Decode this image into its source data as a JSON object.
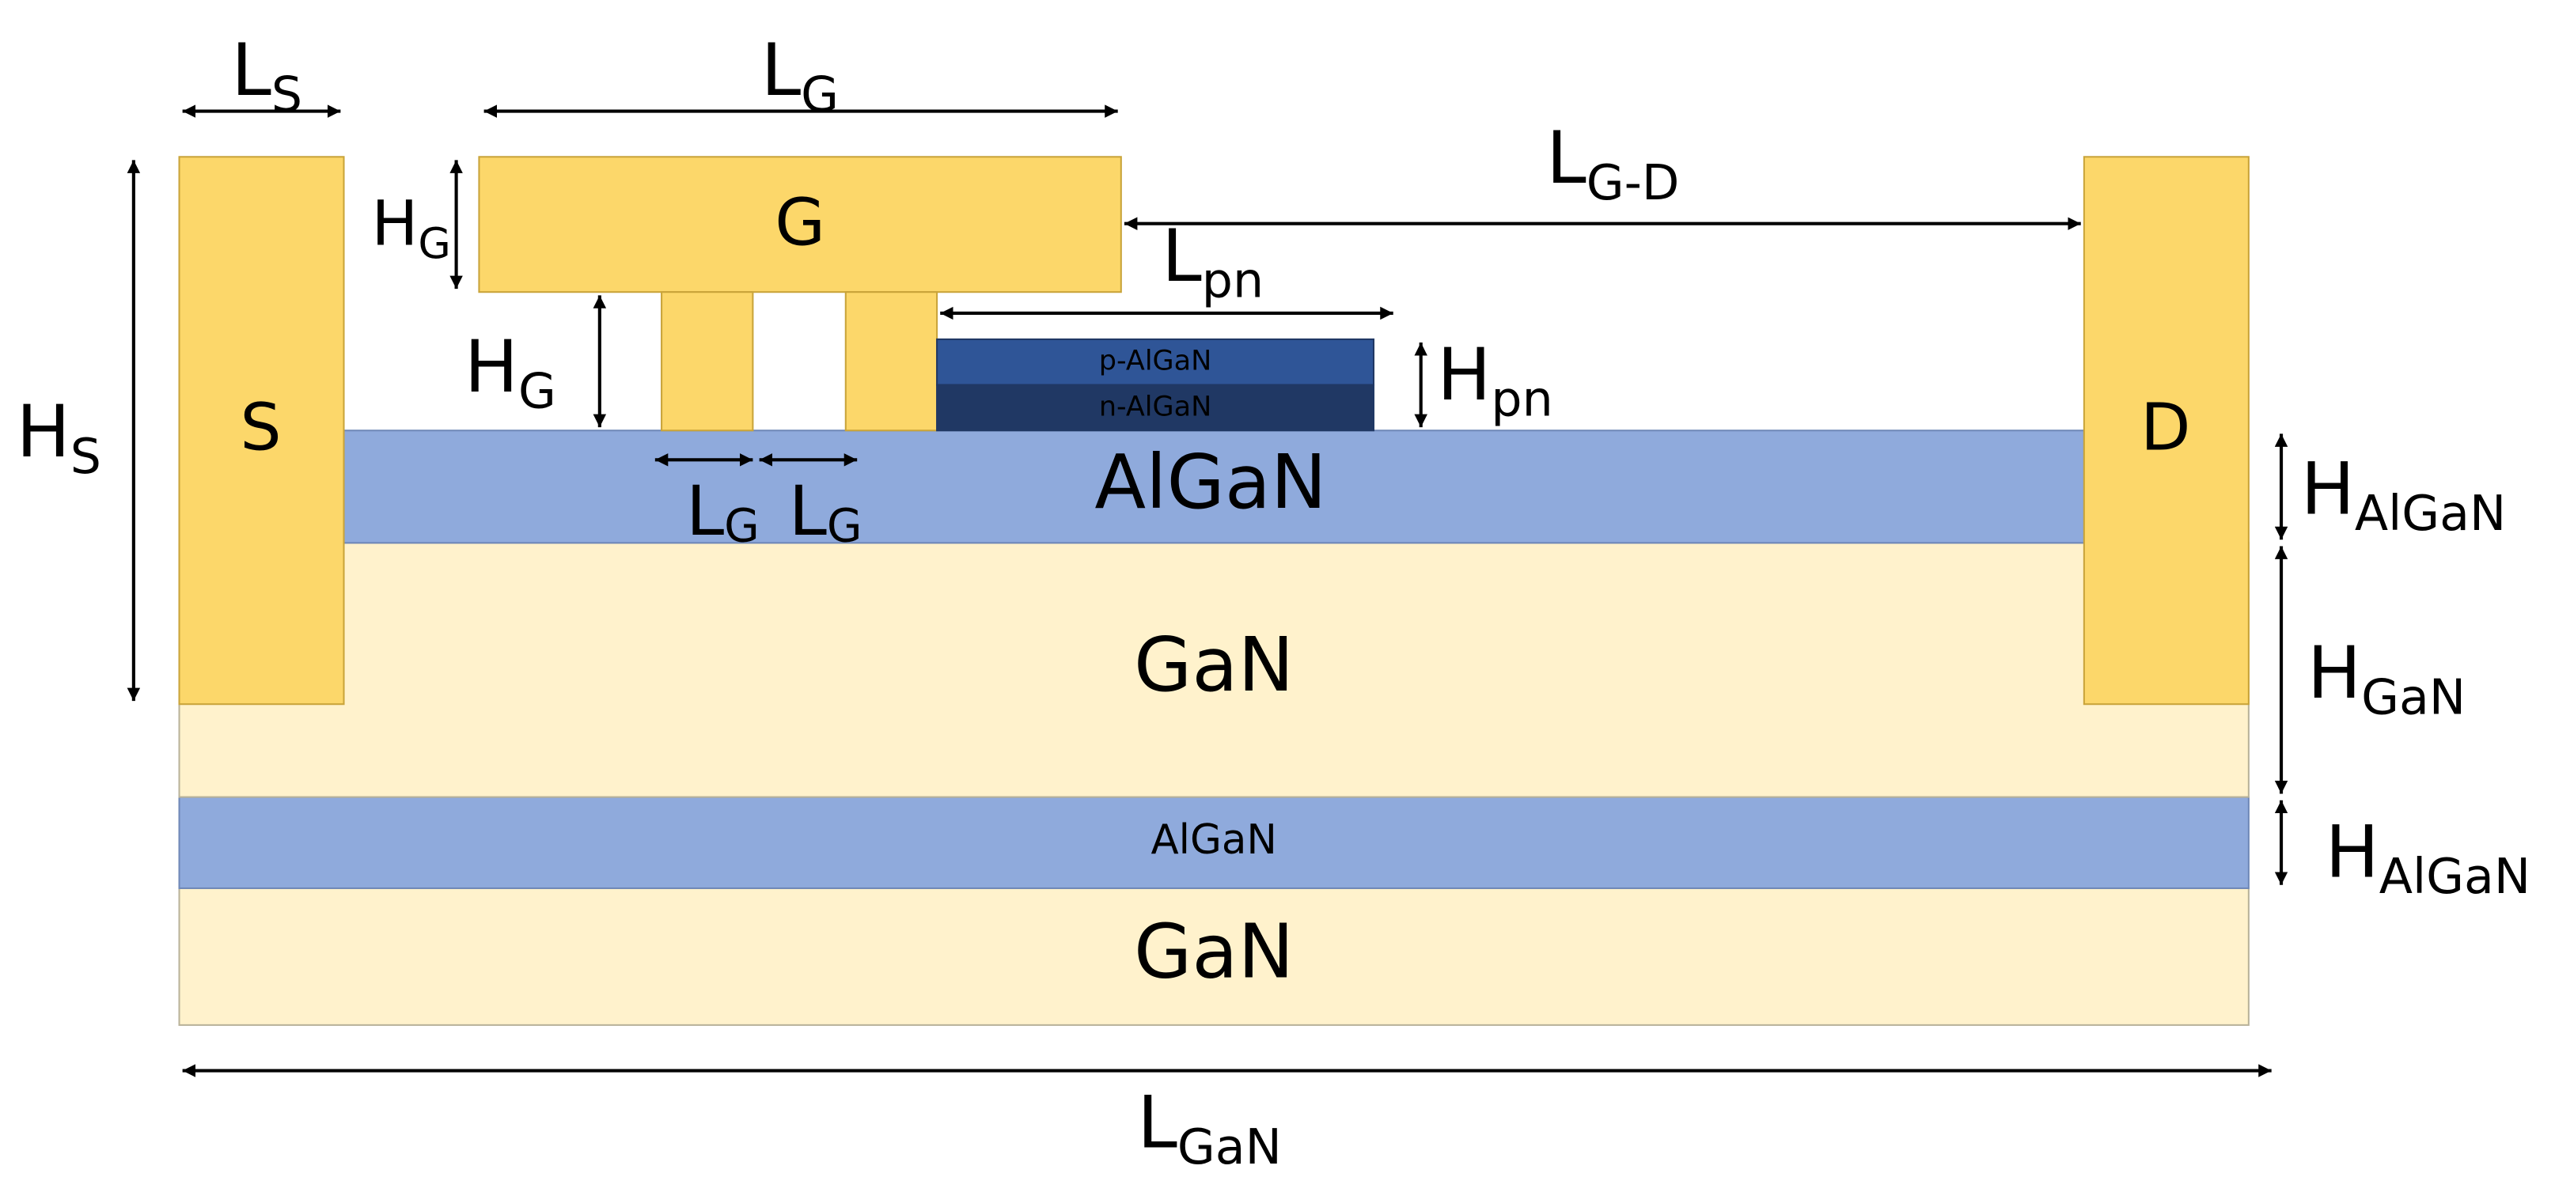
{
  "colors": {
    "metal": "#fcd76a",
    "metal_stroke": "#c9a43a",
    "gan": "#fff2cc",
    "gan_stroke": "#b9b39a",
    "algan": "#8faadc",
    "algan_stroke": "#6f88b8",
    "p_algan": "#2f5597",
    "n_algan": "#203864",
    "arrow": "#000000"
  },
  "layers": {
    "algan_barrier": "AlGaN",
    "gan_channel": "GaN",
    "algan_back_barrier": "AlGaN",
    "gan_buffer": "GaN",
    "p_algan": "p-AlGaN",
    "n_algan": "n-AlGaN"
  },
  "electrodes": {
    "source": "S",
    "gate": "G",
    "drain": "D"
  },
  "dimensions": {
    "ls": {
      "main": "L",
      "sub": "S"
    },
    "lg_top": {
      "main": "L",
      "sub": "G"
    },
    "lgd": {
      "main": "L",
      "sub": "G-D"
    },
    "hg_upper": {
      "main": "H",
      "sub": "G"
    },
    "hg_lower": {
      "main": "H",
      "sub": "G"
    },
    "lpn": {
      "main": "L",
      "sub": "pn"
    },
    "hpn": {
      "main": "H",
      "sub": "pn"
    },
    "hs": {
      "main": "H",
      "sub": "S"
    },
    "lg_finger1": {
      "main": "L",
      "sub": "G"
    },
    "lg_finger2": {
      "main": "L",
      "sub": "G"
    },
    "h_algan_top": {
      "main": "H",
      "sub": "AlGaN"
    },
    "h_gan": {
      "main": "H",
      "sub": "GaN"
    },
    "h_algan_bottom": {
      "main": "H",
      "sub": "AlGaN"
    },
    "lgan": {
      "main": "L",
      "sub": "GaN"
    }
  }
}
